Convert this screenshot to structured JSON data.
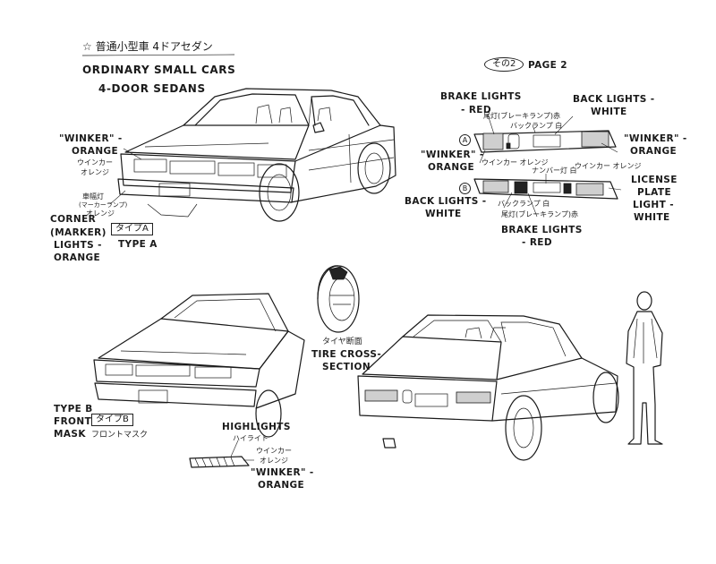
{
  "header": {
    "title_jp": "☆ 普通小型車 4ドアセダン",
    "title_line1": "ORDINARY SMALL CARS",
    "title_line2": "4-DOOR SEDANS"
  },
  "page": {
    "label_jp": "その2",
    "label": "PAGE 2"
  },
  "front_a": {
    "winker_1": "\"WINKER\" -",
    "winker_2": "ORANGE",
    "winker_jp_1": "ウインカー",
    "winker_jp_2": "オレンジ",
    "corner_jp_1": "車幅灯",
    "corner_jp_2": "(マーカーランプ)",
    "corner_jp_3": "オレンジ",
    "corner_1": "CORNER",
    "corner_2": "(MARKER)",
    "corner_3": "LIGHTS -",
    "corner_4": "ORANGE",
    "type_jp": "タイプA",
    "type": "TYPE A"
  },
  "rear_lights": {
    "brake_top_1": "BRAKE LIGHTS",
    "brake_top_2": "- RED",
    "back_top_1": "BACK LIGHTS -",
    "back_top_2": "WHITE",
    "brake_top_jp": "尾灯(ブレーキランプ)赤",
    "back_top_jp": "バックランプ 白",
    "marker_a": "A",
    "marker_b": "B",
    "winker_left_1": "\"WINKER\" -",
    "winker_left_2": "ORANGE",
    "winker_left_jp": "ウインカー オレンジ",
    "winker_right_1": "\"WINKER\" -",
    "winker_right_2": "ORANGE",
    "winker_right_jp": "ウインカー オレンジ",
    "number_jp": "ナンバー灯 白",
    "license_1": "LICENSE",
    "license_2": "PLATE",
    "license_3": "LIGHT -",
    "license_4": "WHITE",
    "back_bottom_1": "BACK LIGHTS -",
    "back_bottom_2": "WHITE",
    "back_bottom_jp": "バックランプ 白",
    "brake_bottom_jp": "尾灯(ブレーキランプ)赤",
    "brake_bottom_1": "BRAKE LIGHTS",
    "brake_bottom_2": "- RED"
  },
  "tire": {
    "jp": "タイヤ断面",
    "label_1": "TIRE CROSS-",
    "label_2": "SECTION"
  },
  "front_b": {
    "type_1": "TYPE B",
    "type_2": "FRONT",
    "type_3": "MASK",
    "type_jp": "タイプB",
    "mask_jp": "フロントマスク",
    "highlights": "HIGHLIGHTS",
    "highlights_jp": "ハイライト",
    "winker_jp_1": "ウインカー",
    "winker_jp_2": "オレンジ",
    "winker_1": "\"WINKER\" -",
    "winker_2": "ORANGE"
  }
}
